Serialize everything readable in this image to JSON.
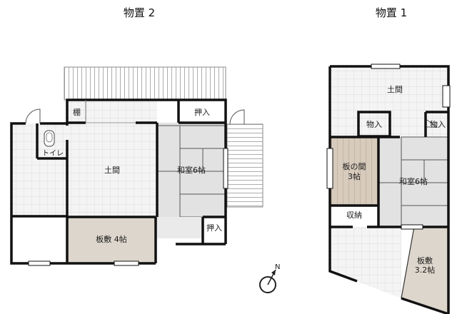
{
  "titles": {
    "building2": "物置 2",
    "building1": "物置 1"
  },
  "building2": {
    "shelf": "棚",
    "toilet": "トイレ",
    "doma": "土間",
    "closet_top": "押入",
    "washitsu": "和室6帖",
    "closet_bottom": "押入",
    "itajiki": "板敷 4帖"
  },
  "building1": {
    "doma": "土間",
    "storage_left": "物入",
    "storage_right": "物入",
    "itanoma_line1": "板の間",
    "itanoma_line2": "3帖",
    "washitsu": "和室6帖",
    "shuno": "収納",
    "itajiki_line1": "板敷",
    "itajiki_line2": "3.2帖"
  },
  "compass": {
    "label": "N",
    "icon": "north-arrow-icon"
  },
  "colors": {
    "wall": "#111111",
    "grid": "#d6d6d6",
    "floor_grey": "#ececec",
    "itajiki_fill": "#ddd6cc",
    "itanoma_fill": "#d7cbbd",
    "tatami_fill": "#e2e2e2"
  }
}
